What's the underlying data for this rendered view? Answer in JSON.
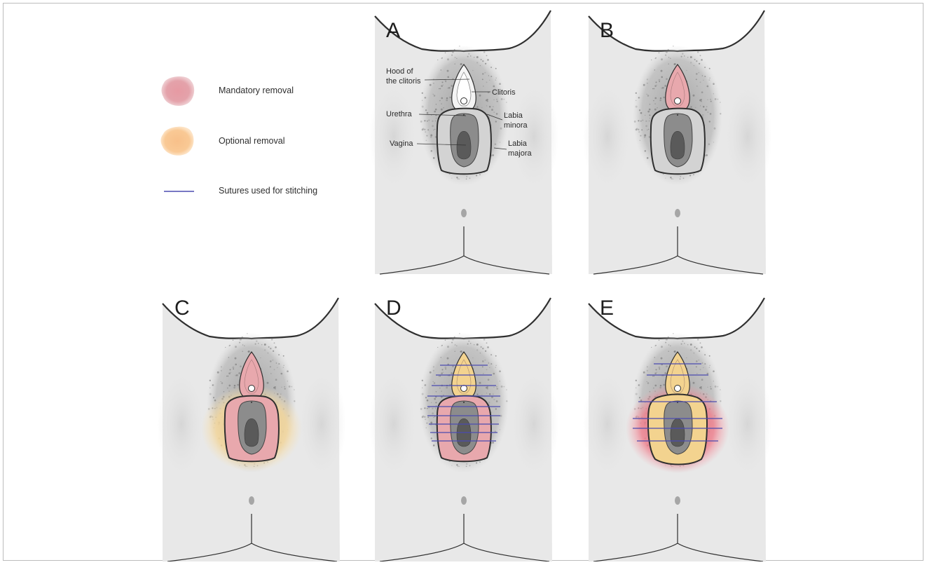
{
  "legend": {
    "items": [
      {
        "label": "Mandatory removal",
        "color": "#e2a4ab",
        "kind": "blob"
      },
      {
        "label": "Optional removal",
        "color": "#f7c48f",
        "kind": "blob"
      },
      {
        "label": "Sutures used for stitching",
        "color": "#4b4bb0",
        "kind": "line"
      }
    ]
  },
  "panels": [
    {
      "letter": "A"
    },
    {
      "letter": "B"
    },
    {
      "letter": "C"
    },
    {
      "letter": "D"
    },
    {
      "letter": "E"
    }
  ],
  "annotations": {
    "hood_line1": "Hood of",
    "hood_line2": "the clitoris",
    "clitoris": "Clitoris",
    "urethra": "Urethra",
    "labia_minora_line1": "Labia",
    "labia_minora_line2": "minora",
    "vagina": "Vagina",
    "labia_majora_line1": "Labia",
    "labia_majora_line2": "majora"
  },
  "colors": {
    "skin": "#e8e8e8",
    "outline": "#2f2f2f",
    "mandatory": "#e8a8ad",
    "optional": "#f3d38f",
    "suture": "#4b4bb0",
    "inner_dark": "#5a5a5a",
    "inner_mid": "#8c8c8c",
    "inner_light": "#c8c8c8"
  }
}
